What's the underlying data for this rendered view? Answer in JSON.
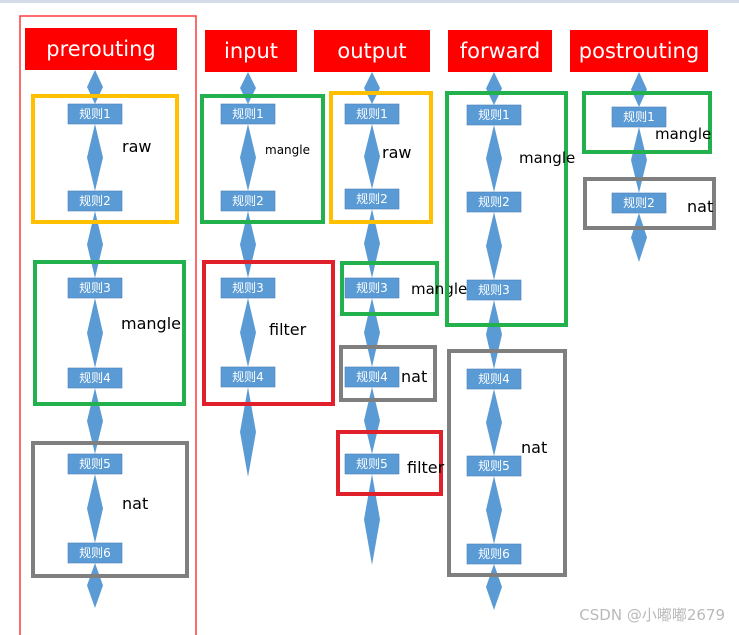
{
  "colors": {
    "header_red": "#ff0000",
    "rule_blue": "#5b9bd5",
    "connector_blue": "#5b9bd5",
    "raw_yellow": "#ffc000",
    "mangle_green": "#22b14c",
    "filter_red": "#e0202a",
    "nat_gray": "#7f7f7f",
    "highlight_red": "#ff3b3b"
  },
  "chains": [
    {
      "id": "prerouting",
      "label": "prerouting"
    },
    {
      "id": "input",
      "label": "input"
    },
    {
      "id": "output",
      "label": "output"
    },
    {
      "id": "forward",
      "label": "forward"
    },
    {
      "id": "postrouting",
      "label": "postrouting"
    }
  ],
  "rules": [
    {
      "chain": "prerouting",
      "label": "规则1"
    },
    {
      "chain": "prerouting",
      "label": "规则2"
    },
    {
      "chain": "prerouting",
      "label": "规则3"
    },
    {
      "chain": "prerouting",
      "label": "规则4"
    },
    {
      "chain": "prerouting",
      "label": "规则5"
    },
    {
      "chain": "prerouting",
      "label": "规则6"
    },
    {
      "chain": "input",
      "label": "规则1"
    },
    {
      "chain": "input",
      "label": "规则2"
    },
    {
      "chain": "input",
      "label": "规则3"
    },
    {
      "chain": "input",
      "label": "规则4"
    },
    {
      "chain": "output",
      "label": "规则1"
    },
    {
      "chain": "output",
      "label": "规则2"
    },
    {
      "chain": "output",
      "label": "规则3"
    },
    {
      "chain": "output",
      "label": "规则4"
    },
    {
      "chain": "output",
      "label": "规则5"
    },
    {
      "chain": "forward",
      "label": "规则1"
    },
    {
      "chain": "forward",
      "label": "规则2"
    },
    {
      "chain": "forward",
      "label": "规则3"
    },
    {
      "chain": "forward",
      "label": "规则4"
    },
    {
      "chain": "forward",
      "label": "规则5"
    },
    {
      "chain": "forward",
      "label": "规则6"
    },
    {
      "chain": "postrouting",
      "label": "规则1"
    },
    {
      "chain": "postrouting",
      "label": "规则2"
    }
  ],
  "tables": [
    {
      "chain": "prerouting",
      "label": "raw",
      "kind": "raw"
    },
    {
      "chain": "prerouting",
      "label": "mangle",
      "kind": "mangle"
    },
    {
      "chain": "prerouting",
      "label": "nat",
      "kind": "nat"
    },
    {
      "chain": "input",
      "label": "mangle",
      "kind": "mangle"
    },
    {
      "chain": "input",
      "label": "filter",
      "kind": "filter"
    },
    {
      "chain": "output",
      "label": "raw",
      "kind": "raw"
    },
    {
      "chain": "output",
      "label": "mangle",
      "kind": "mangle"
    },
    {
      "chain": "output",
      "label": "nat",
      "kind": "nat"
    },
    {
      "chain": "output",
      "label": "filter",
      "kind": "filter"
    },
    {
      "chain": "forward",
      "label": "mangle",
      "kind": "mangle"
    },
    {
      "chain": "forward",
      "label": "nat",
      "kind": "nat"
    },
    {
      "chain": "postrouting",
      "label": "mangle",
      "kind": "mangle"
    },
    {
      "chain": "postrouting",
      "label": "nat",
      "kind": "nat"
    }
  ],
  "watermark": "CSDN @小嘟嘟2679"
}
